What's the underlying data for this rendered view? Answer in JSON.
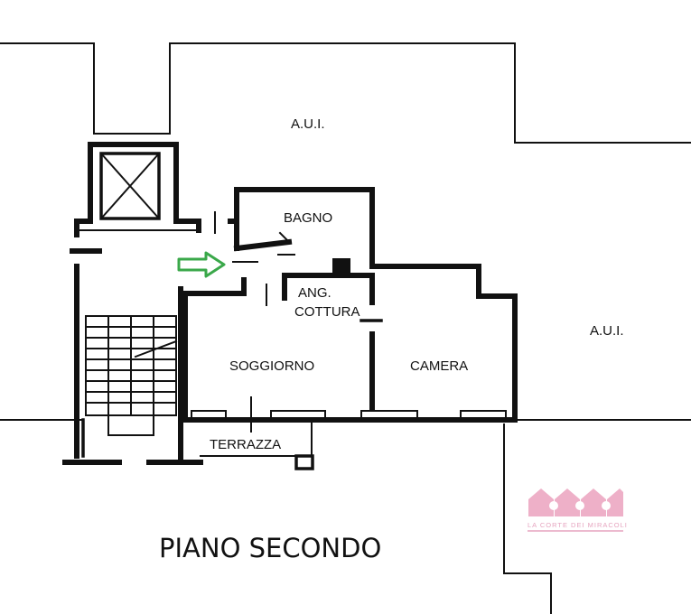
{
  "plan": {
    "labels": {
      "aui_top": "A.U.I.",
      "aui_right": "A.U.I.",
      "bagno": "BAGNO",
      "ang": "ANG.",
      "cottura": "COTTURA",
      "soggiorno": "SOGGIORNO",
      "camera": "CAMERA",
      "terrazza": "TERRAZZA"
    },
    "title": "PIANO SECONDO",
    "entrance_arrow_color": "#3aa84a",
    "wall_color": "#111111"
  },
  "logo": {
    "text": "LA CORTE DEI MIRACOLI",
    "color": "#e6a4bf"
  }
}
